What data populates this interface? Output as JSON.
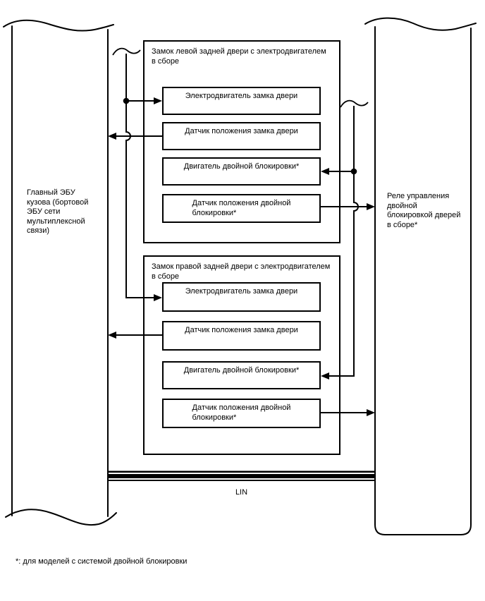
{
  "colors": {
    "line": "#000000",
    "background": "#ffffff",
    "text": "#000000"
  },
  "left_bar": {
    "label": "Главный ЭБУ\nкузова (бортовой\nЭБУ сети\nмультиплексной\nсвязи)"
  },
  "right_bar": {
    "label": "Реле управления\nдвойной\nблокировкой дверей\nв сборе*"
  },
  "assemblies": [
    {
      "title": "Замок левой задней двери с электродвигателем\nв сборе",
      "modules": [
        "Электродвигатель замка двери",
        "Датчик положения замка двери",
        "Двигатель двойной блокировки*",
        "Датчик положения двойной\nблокировки*"
      ]
    },
    {
      "title": "Замок правой задней двери с электродвигателем\nв сборе",
      "modules": [
        "Электродвигатель замка двери",
        "Датчик положения замка двери",
        "Двигатель двойной блокировки*",
        "Датчик положения двойной\nблокировки*"
      ]
    }
  ],
  "bus": {
    "label": "LIN"
  },
  "footnote": "*: для моделей с системой двойной блокировки",
  "icons": {
    "wire-break-icon": "tilde wave over wire end",
    "junction-dot-icon": "filled circle wire junction",
    "arrowhead-icon": "filled triangle wire arrow"
  }
}
